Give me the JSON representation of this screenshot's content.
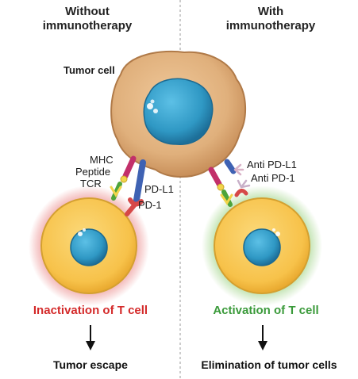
{
  "header": {
    "left_line1": "Without",
    "left_line2": "immunotherapy",
    "right_line1": "With",
    "right_line2": "immunotherapy"
  },
  "labels": {
    "tumor_cell": "Tumor cell",
    "mhc": "MHC",
    "peptide": "Peptide",
    "tcr": "TCR",
    "pd_l1": "PD-L1",
    "pd_1": "PD-1",
    "anti_pd_l1": "Anti PD-L1",
    "anti_pd_1": "Anti PD-1"
  },
  "left_panel": {
    "status": "Inactivation of T cell",
    "status_color": "#d42a2a",
    "outcome": "Tumor escape"
  },
  "right_panel": {
    "status": "Activation of T cell",
    "status_color": "#3a9a3a",
    "outcome": "Elimination of tumor cells"
  },
  "colors": {
    "tumor_cell": "#e0b07c",
    "t_cell": "#f7c24a",
    "nucleus": "#2f98c4",
    "mhc": "#c2306a",
    "pd_l1": "#3f62b3",
    "pd_1": "#d64848",
    "tcr": "#4ea43a",
    "left_glow": "#e35a5a",
    "right_glow": "#7cc45a"
  }
}
